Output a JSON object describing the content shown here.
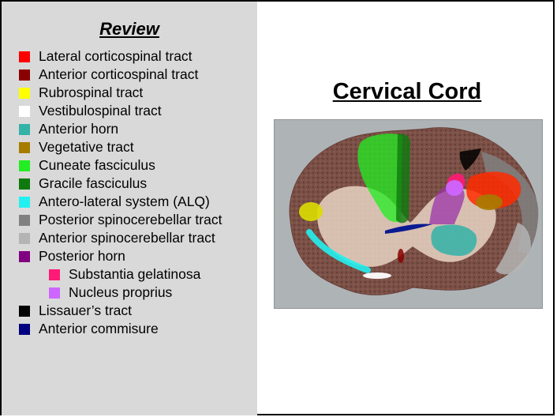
{
  "sidebar": {
    "title": "Review",
    "items": [
      {
        "label": "Lateral corticospinal tract",
        "color": "#ff0000",
        "level": 0
      },
      {
        "label": "Anterior corticospinal tract",
        "color": "#8b0000",
        "level": 0
      },
      {
        "label": "Rubrospinal tract",
        "color": "#ffff00",
        "level": 0
      },
      {
        "label": "Vestibulospinal tract",
        "color": "#ffffff",
        "level": 0
      },
      {
        "label": "Anterior horn",
        "color": "#33b2a8",
        "level": 0
      },
      {
        "label": "Vegetative tract",
        "color": "#a67c00",
        "level": 0
      },
      {
        "label": "Cuneate fasciculus",
        "color": "#22ee22",
        "level": 0
      },
      {
        "label": "Gracile fasciculus",
        "color": "#0e7a0e",
        "level": 0
      },
      {
        "label": "Antero-lateral system (ALQ)",
        "color": "#22f0f0",
        "level": 0
      },
      {
        "label": "Posterior spinocerebellar tract",
        "color": "#808080",
        "level": 0
      },
      {
        "label": "Anterior spinocerebellar tract",
        "color": "#b4b4b4",
        "level": 0
      },
      {
        "label": "Posterior horn",
        "color": "#800080",
        "level": 0
      },
      {
        "label": "Substantia gelatinosa",
        "color": "#ff1a75",
        "level": 1
      },
      {
        "label": "Nucleus proprius",
        "color": "#cc66ff",
        "level": 1
      },
      {
        "label": "Lissauer’s tract",
        "color": "#000000",
        "level": 0
      },
      {
        "label": "Anterior commisure",
        "color": "#000080",
        "level": 0
      }
    ]
  },
  "main": {
    "title": "Cervical Cord"
  }
}
